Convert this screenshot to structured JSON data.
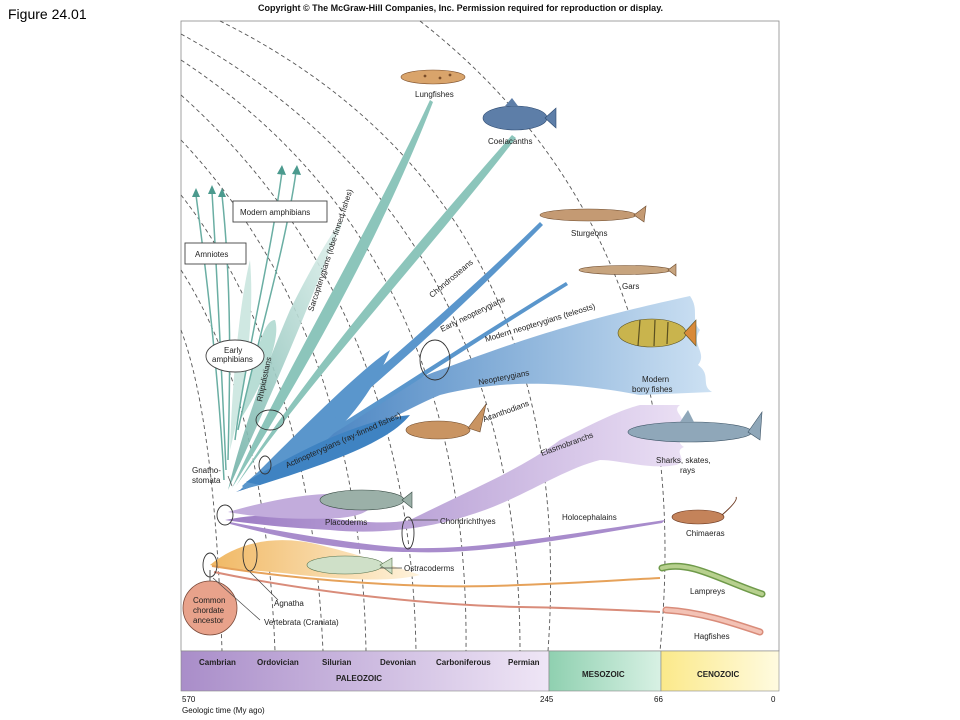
{
  "figure_label": "Figure 24.01",
  "copyright": "Copyright © The McGraw-Hill Companies, Inc. Permission required for reproduction or display.",
  "groups": {
    "lungfishes": "Lungfishes",
    "coelacanths": "Coelacanths",
    "sturgeons": "Sturgeons",
    "gars": "Gars",
    "modern_bony": [
      "Modern",
      "bony fishes"
    ],
    "sharks": [
      "Sharks, skates,",
      "rays"
    ],
    "chimaeras": "Chimaeras",
    "lampreys": "Lampreys",
    "hagfishes": "Hagfishes",
    "modern_amphibians": "Modern amphibians",
    "amniotes": "Amniotes",
    "early_amphibians": [
      "Early",
      "amphibians"
    ],
    "common_ancestor": [
      "Common",
      "chordate",
      "ancestor"
    ]
  },
  "lineages": {
    "sarcopterygians": "Sarcopterygians (lobe-finned fishes)",
    "rhipidistians": "Rhipidistians",
    "chondrosteans": "Chondrosteans",
    "early_neopterygians": "Early neopterygians",
    "modern_neopterygians": "Modern neopterygians (teleosts)",
    "neopterygians": "Neopterygians",
    "acanthodians": "Acanthodians",
    "actinopterygians": "Actinopterygians (ray-finned fishes)",
    "elasmobranchs": "Elasmobranchs",
    "gnathostomata": [
      "Gnatho-",
      "stomata"
    ],
    "placoderms": "Placoderms",
    "chondrichthyes": "Chondrichthyes",
    "holocephalains": "Holocephalains",
    "ostracoderms": "Ostracoderms",
    "agnatha": "Agnatha",
    "vertebrata": "Vertebrata (Craniata)"
  },
  "timeline": {
    "periods": [
      "Cambrian",
      "Ordovician",
      "Silurian",
      "Devonian",
      "Carboniferous",
      "Permian"
    ],
    "eras": {
      "paleozoic": "PALEOZOIC",
      "mesozoic": "MESOZOIC",
      "cenozoic": "CENOZOIC"
    },
    "ticks": [
      "570",
      "245",
      "66",
      "0"
    ],
    "axis_label": "Geologic time (My ago)"
  },
  "colors": {
    "sarcopterygian": "#a9d4cc",
    "actinopterygian": "#4e8fc8",
    "chondrichthyan": "#b79ad0",
    "agnathan": "#f2c57a",
    "hagfish_line": "#d98c7a",
    "ancestor": "#e8a28b",
    "paleozoic": "#c8b3dc",
    "mesozoic": "#a8dcc0",
    "cenozoic": "#fdf3a4"
  }
}
